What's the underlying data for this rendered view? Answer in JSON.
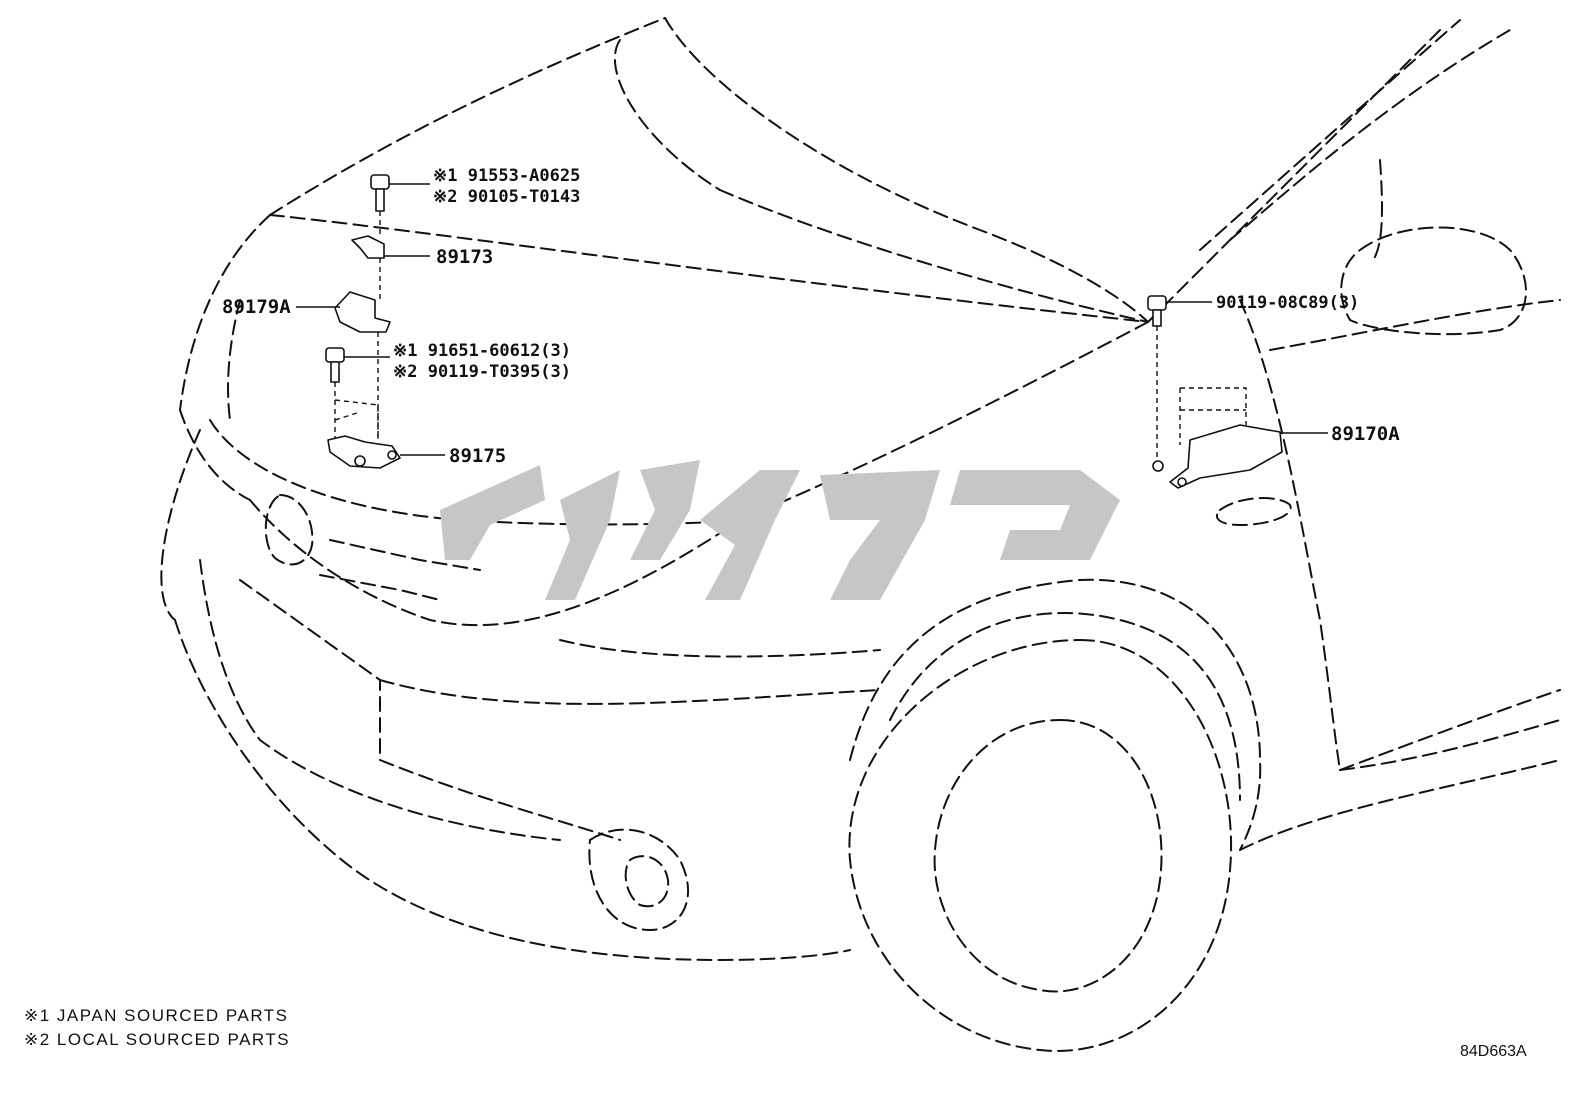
{
  "labels": {
    "bolt_top": [
      "※1 91553-A0625",
      "※2 90105-T0143"
    ],
    "p89173": "89173",
    "p89179a": "89179A",
    "bolt_mid": [
      "※1 91651-60612(3)",
      "※2 90119-T0395(3)"
    ],
    "p89175": "89175",
    "bolt_right": "90119-08C89(3)",
    "p89170a": "89170A"
  },
  "legend": [
    "※1 JAPAN SOURCED PARTS",
    "※2 LOCAL SOURCED PARTS"
  ],
  "figure_code": "84D663A",
  "watermark_color": "#c6c6c6"
}
